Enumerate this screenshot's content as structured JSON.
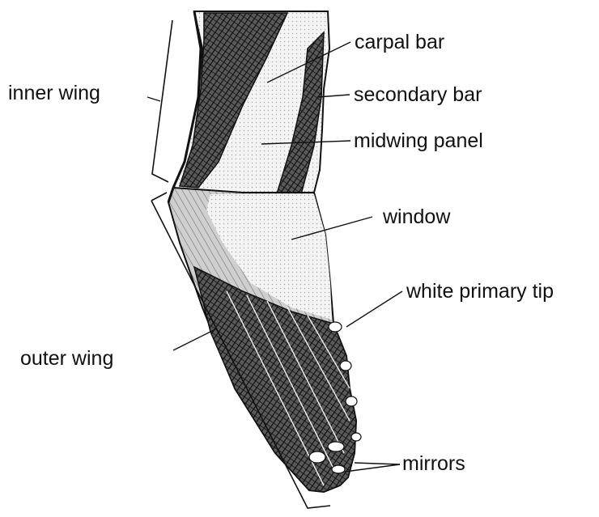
{
  "labels": {
    "carpal_bar": "carpal bar",
    "inner_wing": "inner wing",
    "secondary_bar": "secondary bar",
    "midwing_panel": "midwing panel",
    "window": "window",
    "white_primary_tip": "white primary tip",
    "outer_wing": "outer wing",
    "mirrors": "mirrors"
  },
  "colors": {
    "ink": "#111111",
    "dark_feather": "#1c1c1c",
    "mid_feather": "#6a6a6a",
    "pale_panel": "#f4f4f4"
  }
}
